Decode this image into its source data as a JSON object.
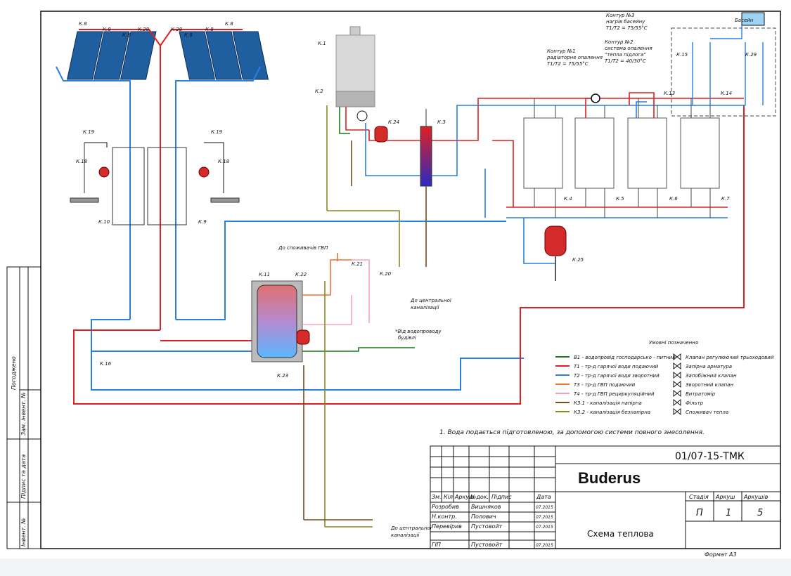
{
  "components": {
    "K1": "К.1",
    "K2": "К.2",
    "K3": "К.3",
    "K4": "К.4",
    "K5": "К.5",
    "K6": "К.6",
    "K7": "К.7",
    "K8": "К.8",
    "K9": "К.9",
    "K10": "К.10",
    "K11": "К.11",
    "K13": "К.13",
    "K14": "К.14",
    "K15": "К.15",
    "K16": "К.16",
    "K18": "К.18",
    "K19": "К.19",
    "K20": "К.20",
    "K21": "К.21",
    "K22": "К.22",
    "K23": "К.23",
    "K24": "К.24",
    "K25": "К.25",
    "K28": "К.28",
    "K29": "К.29"
  },
  "contours": {
    "c1": [
      "Контур №1",
      "радіаторне опалення",
      "Т1/Т2 = 75/55°С"
    ],
    "c2": [
      "Контур №2",
      "система опалення",
      "\"тепла підлога\"",
      "Т1/Т2 = 40/30°С"
    ],
    "c3": [
      "Контур №3",
      "нагрів басейну",
      "Т1/Т2 = 75/55°С"
    ]
  },
  "pool_label": "Басейн",
  "annotations": {
    "dhw_consumer": "До споживачів ГВП",
    "sewer_1": [
      "До центральної",
      "каналізації"
    ],
    "sewer_2": [
      "До центральної",
      "каналізації"
    ],
    "water_supply": [
      "*Від водопроводу",
      "будівлі"
    ]
  },
  "legend": {
    "title": "Умовні позначення",
    "lines": [
      {
        "code": "В1 - водопровід господарсько - питний",
        "color": "#1a7a1a"
      },
      {
        "code": "Т1 - тр-д гарячої води подаючий",
        "color": "#e02020"
      },
      {
        "code": "Т2 - тр-д гарячої води зворотний",
        "color": "#2a7fe0"
      },
      {
        "code": "Т3 - тр-д ГВП подаючий",
        "color": "#f07030"
      },
      {
        "code": "Т4 - тр-д ГВП рециркуляційний",
        "color": "#f4a6b8"
      },
      {
        "code": "К3.1 - каналізація напірна",
        "color": "#7a4a1a"
      },
      {
        "code": "К3.2 - каналізація безнапірна",
        "color": "#8a8a20"
      }
    ],
    "symbols": [
      "Клапан регулюючий трьоходовий",
      "Запірна арматура",
      "Запобіжний клапан",
      "Зворотний клапан",
      "Витратомір",
      "Фільтр",
      "Споживач тепла"
    ]
  },
  "note": "1. Вода подається підготовленою, за допомогою системи повного знесолення.",
  "title_block": {
    "code": "01/07-15-ТМК",
    "brand": "Buderus",
    "brand_color": "#1f4f9a",
    "drawing_title": "Схема теплова",
    "headers": [
      "Зм.",
      "Кіл.",
      "Аркуш",
      "№док.",
      "Підпис",
      "Дата"
    ],
    "stage_headers": [
      "Стадія",
      "Аркуш",
      "Аркушів"
    ],
    "stage_values": [
      "П",
      "1",
      "5"
    ],
    "rows": [
      {
        "role": "Розробив",
        "name": "Вишняков",
        "date": "07.2015"
      },
      {
        "role": "Н.контр.",
        "name": "Полович",
        "date": "07.2015"
      },
      {
        "role": "Перевірив",
        "name": "Пустовойт",
        "date": "07.2015"
      },
      {
        "role": "ГІП",
        "name": "Пустовойт",
        "date": "07.2015"
      }
    ],
    "format": "Формат    А3"
  },
  "side_stamp": [
    "Погоджено",
    "Зам. інвент. №",
    "Підпис та дата",
    "Інвент. №"
  ]
}
